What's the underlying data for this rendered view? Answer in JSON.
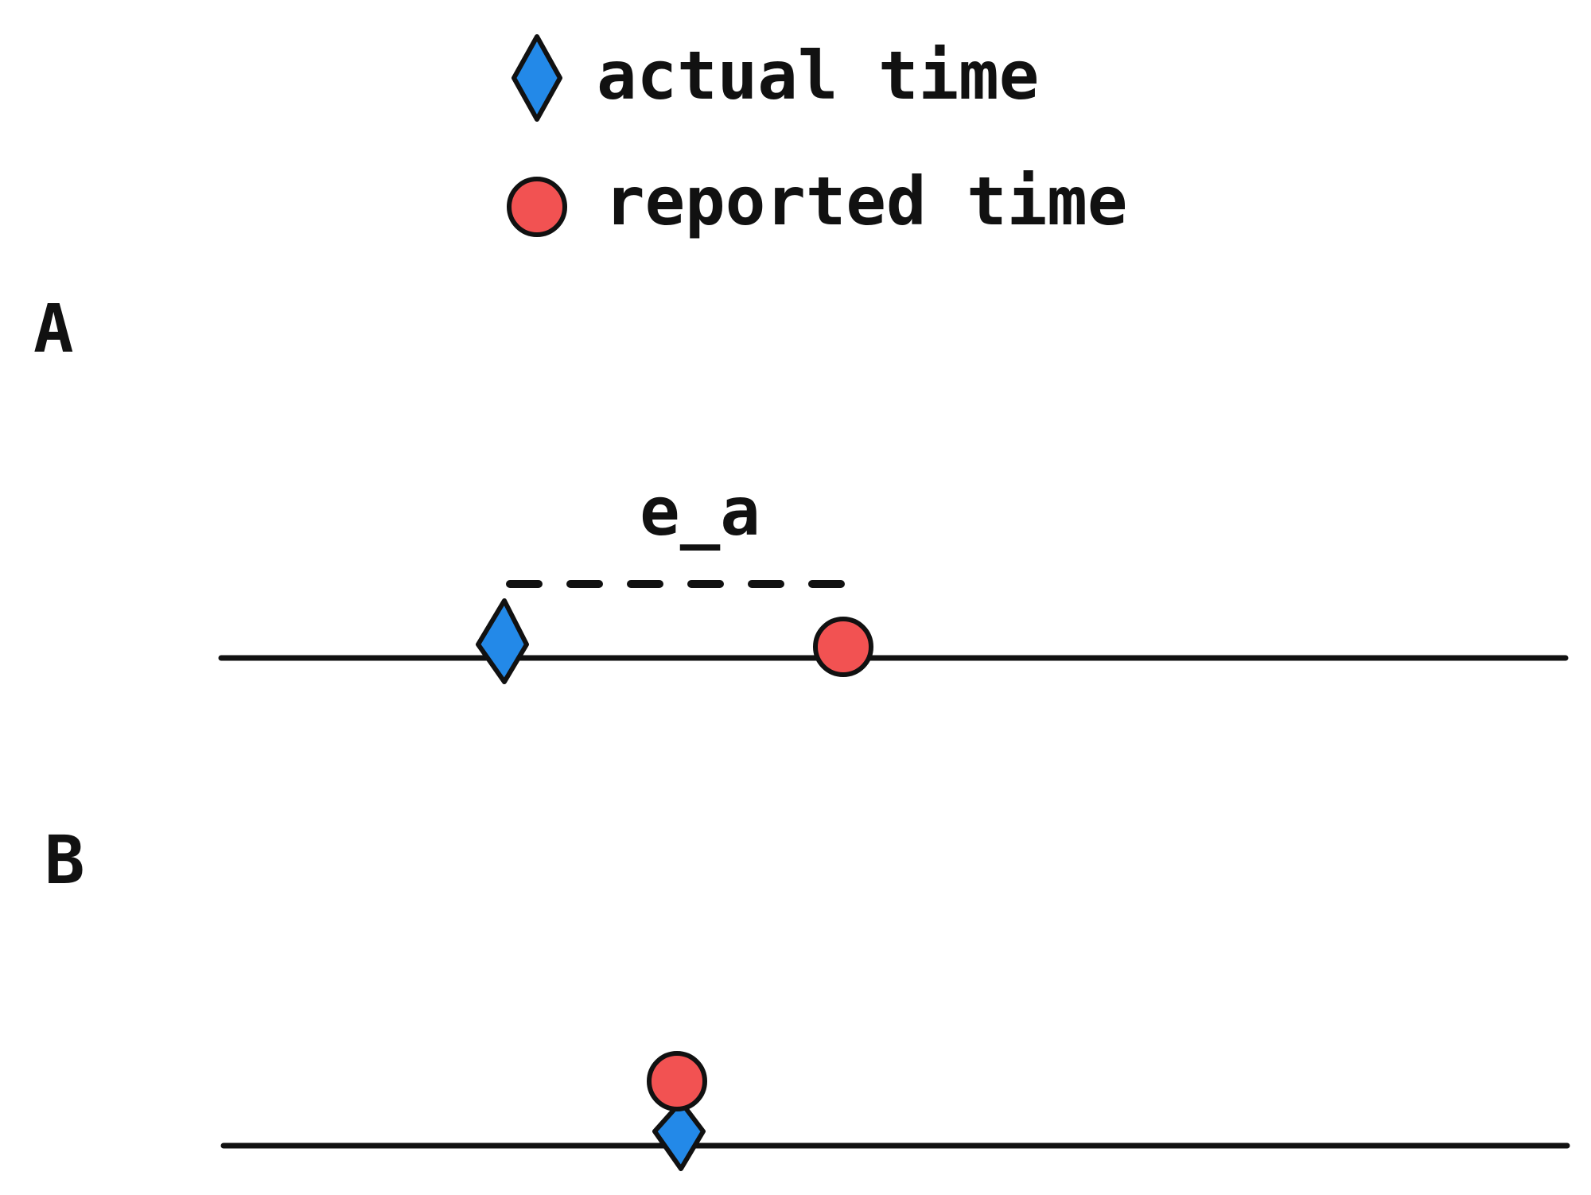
{
  "legend": {
    "items": [
      {
        "label": "actual time",
        "marker": "diamond-icon",
        "color": "#2389e8"
      },
      {
        "label": "reported time",
        "marker": "circle-icon",
        "color": "#f25252"
      }
    ]
  },
  "panel_a": {
    "label": "A",
    "error_label": "e_a"
  },
  "panel_b": {
    "label": "B"
  },
  "colors": {
    "actual": "#2389e8",
    "reported": "#f25252",
    "stroke": "#111111"
  }
}
